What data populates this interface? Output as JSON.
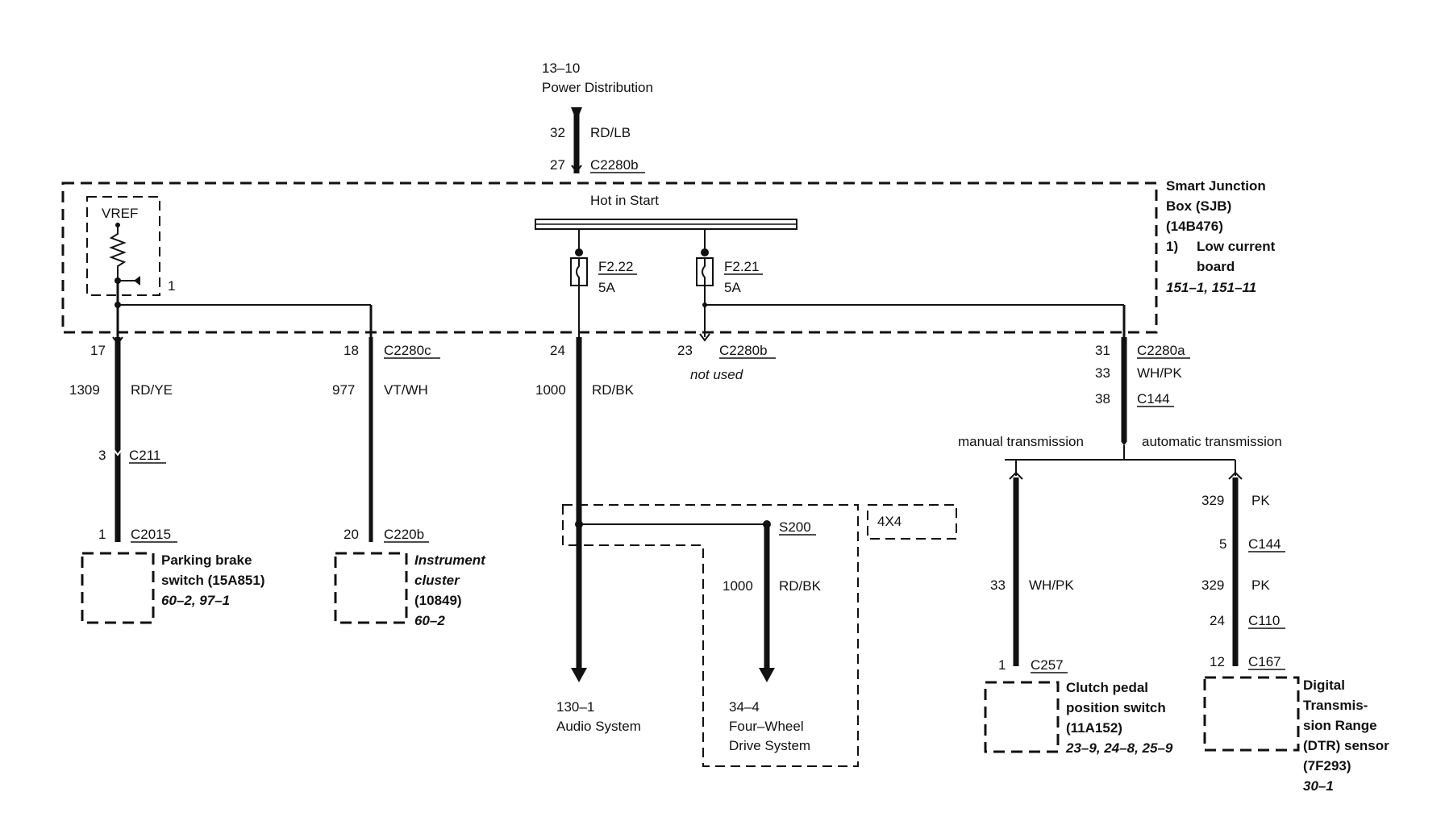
{
  "power_source": {
    "ref": "13–10",
    "name": "Power Distribution"
  },
  "feed": {
    "pin_top": "32",
    "color_top": "RD/LB",
    "pin_conn": "27",
    "conn": "C2280b"
  },
  "bus": {
    "label": "Hot in Start"
  },
  "sjb": {
    "line1": "Smart Junction",
    "line2": "Box (SJB)",
    "line3": "(14B476)",
    "note_num": "1)",
    "note_line1": "Low current",
    "note_line2": "board",
    "refs": "151–1, 151–11"
  },
  "vref": {
    "label": "VREF",
    "pin": "1"
  },
  "fuses": [
    {
      "id": "F2.22",
      "rating": "5A"
    },
    {
      "id": "F2.21",
      "rating": "5A"
    }
  ],
  "circuits": {
    "parking": {
      "sjb_pin": "17",
      "circuit": "1309",
      "color": "RD/YE",
      "inline_pin": "3",
      "inline_conn": "C211",
      "end_pin": "1",
      "end_conn": "C2015"
    },
    "cluster": {
      "sjb_pin": "18",
      "sjb_conn": "C2280c",
      "circuit": "977",
      "color": "VT/WH",
      "end_pin": "20",
      "end_conn": "C220b"
    },
    "audio": {
      "sjb_pin": "24",
      "circuit": "1000",
      "color": "RD/BK"
    },
    "unused": {
      "pin": "23",
      "conn": "C2280b",
      "note": "not used"
    },
    "trans": {
      "sjb_pin": "31",
      "sjb_conn": "C2280a",
      "pin2": "33",
      "color": "WH/PK",
      "pin3": "38",
      "conn3": "C144"
    },
    "fwd": {
      "splice": "S200",
      "circuit": "1000",
      "color": "RD/BK",
      "option": "4X4"
    },
    "manual": {
      "label": "manual transmission",
      "circuit": "33",
      "color": "WH/PK",
      "end_pin": "1",
      "end_conn": "C257"
    },
    "automatic": {
      "label": "automatic transmission",
      "circuit1": "329",
      "color1": "PK",
      "pin2": "5",
      "conn2": "C144",
      "circuit2": "329",
      "color2": "PK",
      "pin3": "24",
      "conn3": "C110",
      "end_pin": "12",
      "end_conn": "C167"
    }
  },
  "components": {
    "parking_brake": {
      "line1": "Parking brake",
      "line2": "switch (15A851)",
      "refs": "60–2, 97–1"
    },
    "cluster": {
      "line1": "Instrument",
      "line2": "cluster",
      "line3": "(10849)",
      "refs": "60–2"
    },
    "audio": {
      "ref": "130–1",
      "name": "Audio System"
    },
    "fwd": {
      "ref": "34–4",
      "line1": "Four–Wheel",
      "line2": "Drive System"
    },
    "clutch": {
      "line1": "Clutch pedal",
      "line2": "position switch",
      "line3": "(11A152)",
      "refs": "23–9, 24–8, 25–9"
    },
    "dtr": {
      "line1": "Digital",
      "line2": "Transmis-",
      "line3": "sion Range",
      "line4": "(DTR) sensor",
      "line5": "(7F293)",
      "refs": "30–1"
    }
  }
}
